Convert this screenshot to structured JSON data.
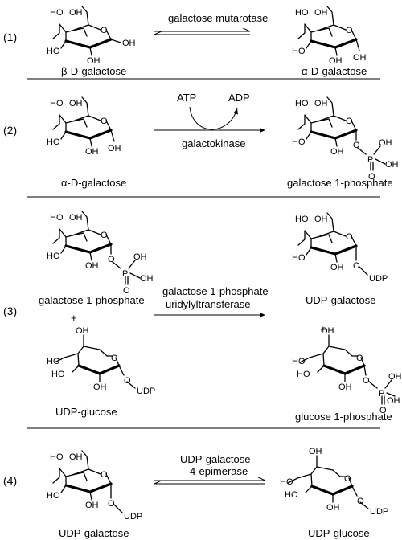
{
  "steps": [
    {
      "number": "(1)",
      "reactants": [
        "β-D-galactose"
      ],
      "products": [
        "α-D-galactose"
      ],
      "enzyme": [
        "galactose mutarotase"
      ],
      "cofactors": []
    },
    {
      "number": "(2)",
      "reactants": [
        "α-D-galactose"
      ],
      "products": [
        "galactose 1-phosphate"
      ],
      "enzyme": [
        "galactokinase"
      ],
      "cofactors": [
        "ATP",
        "ADP"
      ]
    },
    {
      "number": "(3)",
      "reactants": [
        "galactose 1-phosphate",
        "UDP-glucose"
      ],
      "products": [
        "UDP-galactose",
        "glucose 1-phosphate"
      ],
      "enzyme": [
        "galactose 1-phosphate",
        "uridylyltransferase"
      ],
      "cofactors": []
    },
    {
      "number": "(4)",
      "reactants": [
        "UDP-galactose"
      ],
      "products": [
        "UDP-glucose"
      ],
      "enzyme": [
        "UDP-galactose",
        "4-epimerase"
      ],
      "cofactors": []
    }
  ],
  "plus_sign": "+",
  "atoms": {
    "oh": "OH",
    "ho": "HO",
    "o": "O",
    "p": "P",
    "udp": "UDP",
    "oudp": "O",
    "ring_o": "O"
  }
}
